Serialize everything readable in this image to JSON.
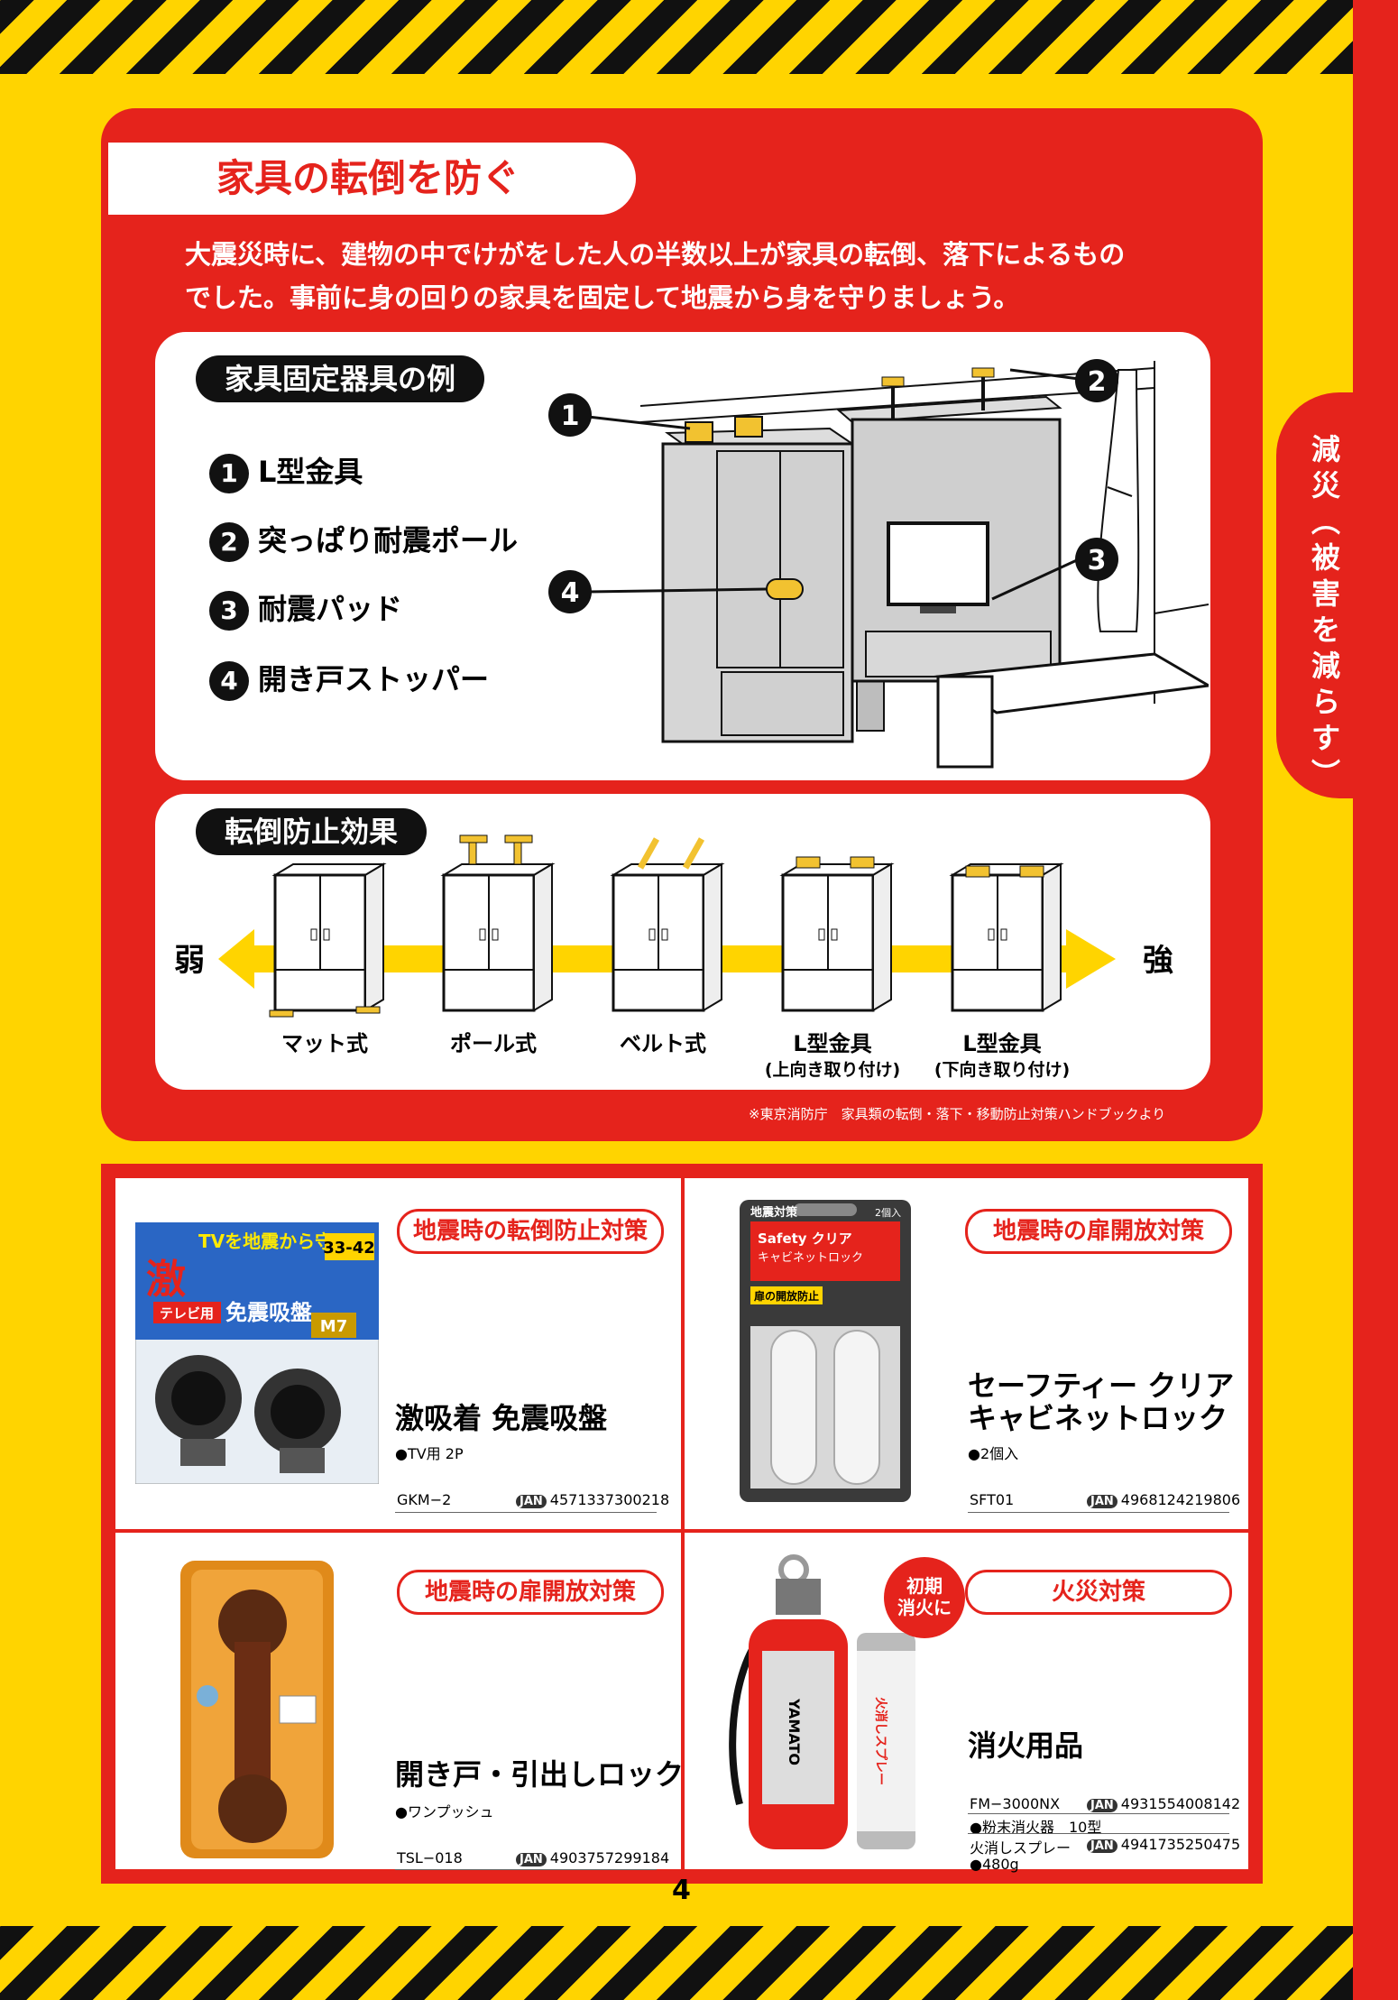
{
  "side_tab": {
    "chars": [
      "減",
      "災",
      "︵",
      "被",
      "害",
      "を",
      "減",
      "ら",
      "す",
      "︶"
    ]
  },
  "section": {
    "title": "家具の転倒を防ぐ",
    "intro_lines": [
      "大震災時に、建物の中でけがをした人の半数以上が家具の転倒、落下によるもの",
      "でした。事前に身の回りの家具を固定して地震から身を守りましょう。"
    ]
  },
  "fixtures": {
    "label": "家具固定器具の例",
    "items": [
      {
        "num": "1",
        "text": "L型金具"
      },
      {
        "num": "2",
        "text": "突っぱり耐震ポール"
      },
      {
        "num": "3",
        "text": "耐震パッド"
      },
      {
        "num": "4",
        "text": "開き戸ストッパー"
      }
    ]
  },
  "effect": {
    "label": "転倒防止効果",
    "weak": "弱",
    "strong": "強",
    "methods": [
      {
        "name": "マット式",
        "note": ""
      },
      {
        "name": "ポール式",
        "note": ""
      },
      {
        "name": "ベルト式",
        "note": ""
      },
      {
        "name": "L型金具",
        "note": "(上向き取り付け)"
      },
      {
        "name": "L型金具",
        "note": "(下向き取り付け)"
      }
    ]
  },
  "source_note": "※東京消防庁　家具類の転倒・落下・移動防止対策ハンドブックより",
  "products": [
    {
      "tag": "地震時の転倒防止対策",
      "name_lines": [
        "激吸着 免震吸盤"
      ],
      "spec": "●TV用 2P",
      "code": "GKM−2",
      "jan_label": "JAN",
      "jan": "4571337300218",
      "package_text": [
        "TVを地震から守る",
        "33-42",
        "激",
        "テレビ用",
        "免震吸盤",
        "M7"
      ]
    },
    {
      "tag": "地震時の扉開放対策",
      "name_lines": [
        "セーフティー クリア",
        "キャビネットロック"
      ],
      "spec": "●2個入",
      "code": "SFT01",
      "jan_label": "JAN",
      "jan": "4968124219806",
      "package_text": [
        "地震対策",
        "Safety クリア",
        "キャビネットロック",
        "2個入",
        "扉の開放防止"
      ]
    },
    {
      "tag": "地震時の扉開放対策",
      "name_lines": [
        "開き戸・引出しロック"
      ],
      "spec": "●ワンプッシュ",
      "code": "TSL−018",
      "jan_label": "JAN",
      "jan": "4903757299184",
      "package_text": []
    },
    {
      "tag": "火災対策",
      "name_lines": [
        "消火用品"
      ],
      "burst_lines": [
        "初期",
        "消火に"
      ],
      "items": [
        {
          "code": "FM−3000NX",
          "jan_label": "JAN",
          "jan": "4931554008142",
          "spec": "●粉末消火器　10型"
        },
        {
          "code": "火消しスプレー",
          "jan_label": "JAN",
          "jan": "4941735250475",
          "spec": "●480g"
        }
      ],
      "package_text": [
        "YAMATO",
        "火消しスプレー"
      ]
    }
  ],
  "page_number": "4",
  "colors": {
    "red": "#e5231c",
    "yellow": "#ffd400",
    "black": "#111111",
    "gold": "#f2c230"
  }
}
